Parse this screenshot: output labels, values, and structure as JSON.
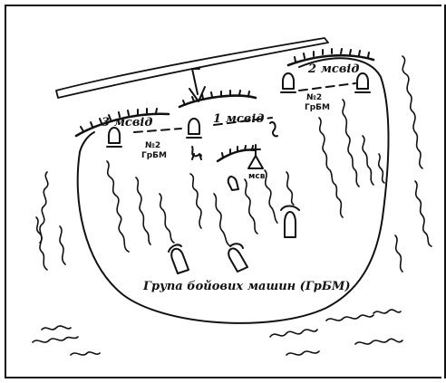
{
  "labels": {
    "platoon_2": "2 мсвід",
    "platoon_3": "3 мсвід",
    "platoon_1": "1 мсвід",
    "vehicle_group": "Група бойових машин (ГрБМ)",
    "vehicle_ref_right_line1": "№2",
    "vehicle_ref_right_line2": "ГрБМ",
    "vehicle_ref_left_line1": "№2",
    "vehicle_ref_left_line2": "ГрБМ",
    "command_post": "мсв"
  },
  "colors": {
    "ink": "#111111",
    "paper": "#ffffff"
  }
}
